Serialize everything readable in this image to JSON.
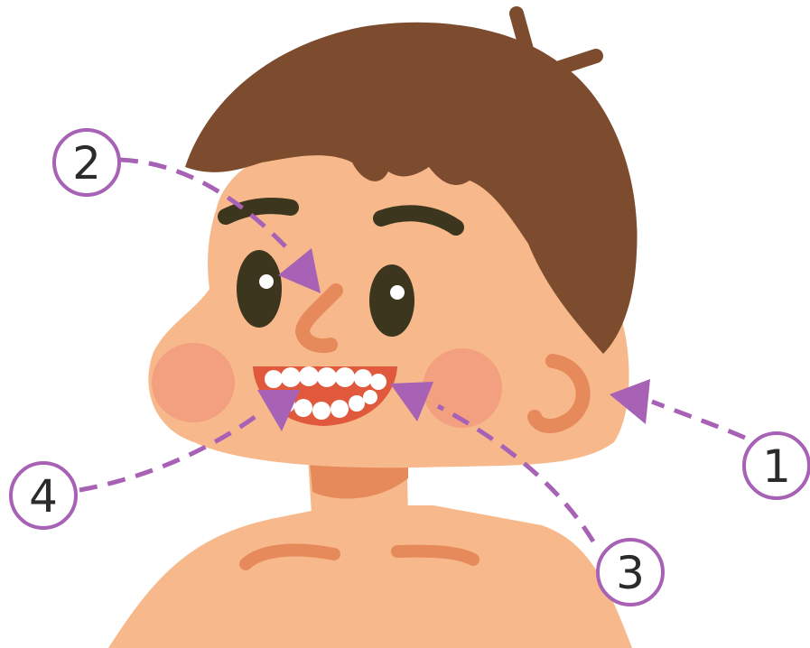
{
  "colors": {
    "skin": "#f7b98c",
    "skin_shadow": "#e68a5c",
    "hair": "#7d4c2e",
    "eye": "#3d361f",
    "cheek": "#f2a07f",
    "mouth": "#e0593d",
    "teeth": "#ffffff",
    "callout": "#a761b5",
    "callout_text": "#2b2b2b",
    "background": "#ffffff"
  },
  "callouts": [
    {
      "id": "1",
      "label": "1",
      "target": "ear"
    },
    {
      "id": "2",
      "label": "2",
      "target": "nose"
    },
    {
      "id": "3",
      "label": "3",
      "target": "cheek"
    },
    {
      "id": "4",
      "label": "4",
      "target": "teeth"
    }
  ]
}
